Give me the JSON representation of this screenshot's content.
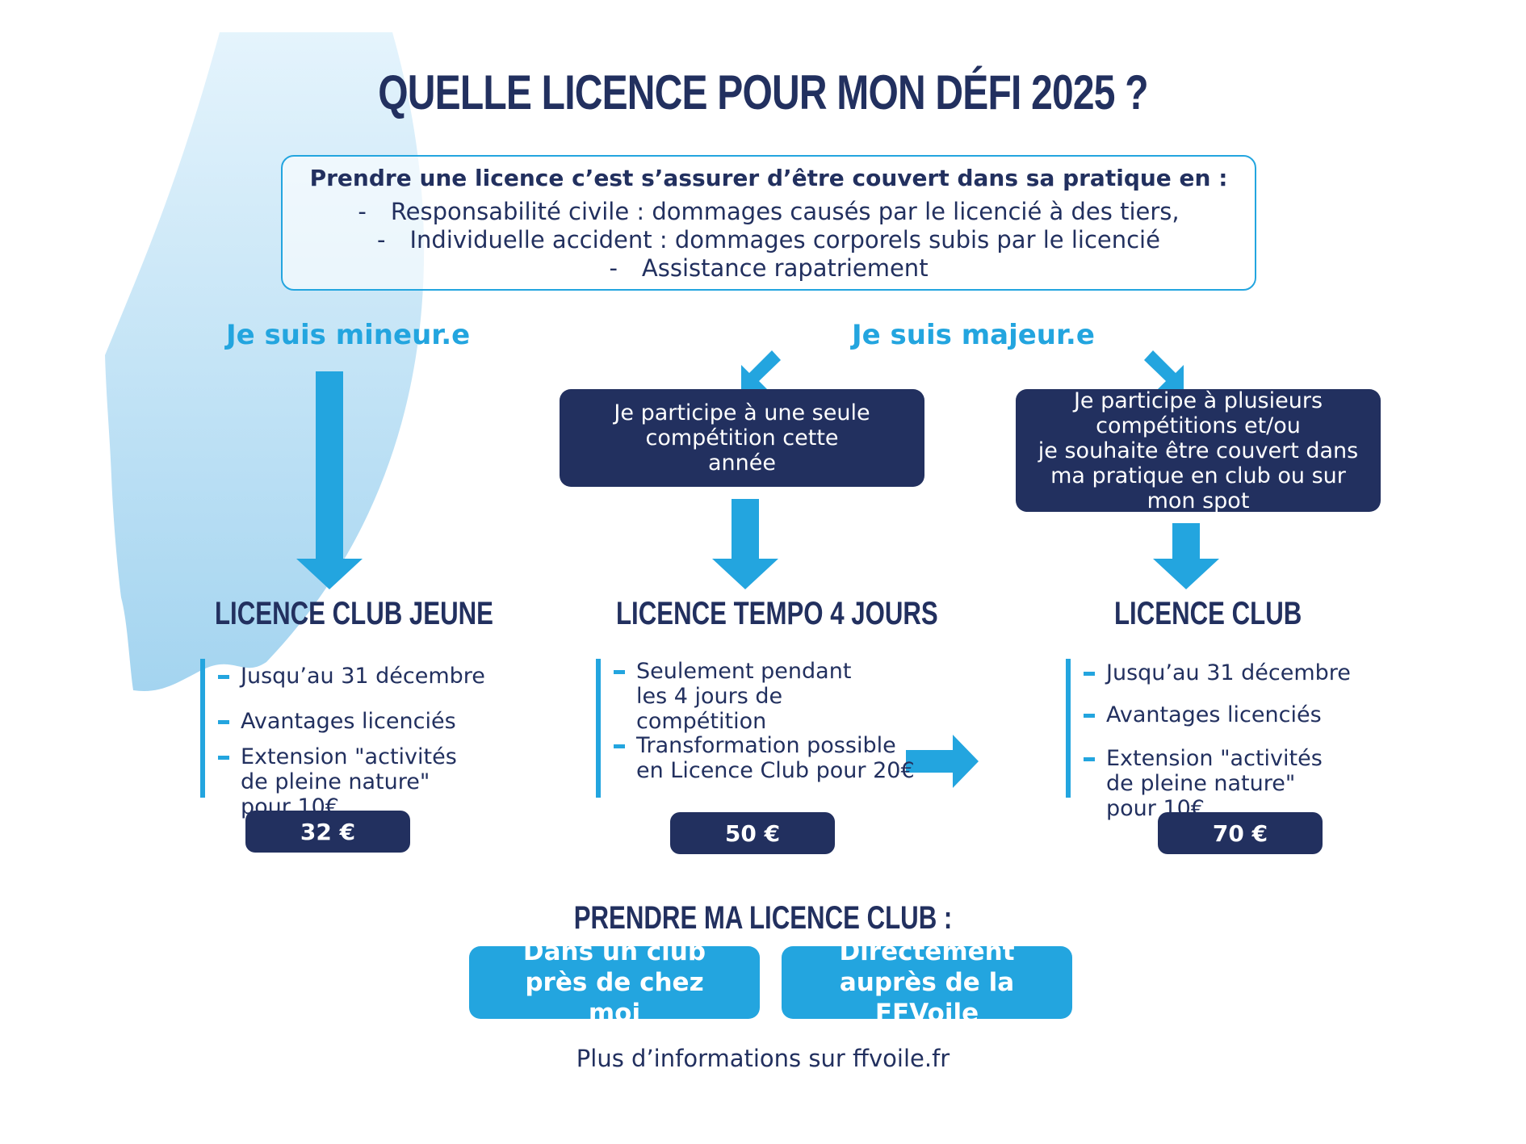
{
  "title": "QUELLE LICENCE POUR MON DÉFI 2025 ?",
  "intro": {
    "heading": "Prendre une licence c’est s’assurer d’être couvert dans sa pratique en :",
    "items": [
      "Responsabilité civile : dommages causés par le licencié à des tiers,",
      "Individuelle accident : dommages corporels subis par le licencié",
      "Assistance rapatriement"
    ],
    "dash": "-"
  },
  "audiences": {
    "minor": "Je suis mineur.e",
    "adult": "Je suis majeur.e"
  },
  "choices": {
    "single": "Je participe à une seule compétition cette année",
    "multiple_line1": "Je participe à plusieurs compétitions et/ou",
    "multiple_line2": "je souhaite être couvert dans ma pratique en club ou sur mon spot"
  },
  "licences": [
    {
      "title": "LICENCE CLUB JEUNE",
      "features": [
        "Jusqu’au 31 décembre",
        "Avantages licenciés",
        "Extension \"activités de pleine nature\" pour 10€"
      ],
      "price": "32 €"
    },
    {
      "title": "LICENCE TEMPO 4 JOURS",
      "features": [
        "Seulement pendant les 4 jours de compétition",
        "Transformation possible en Licence Club pour 20€"
      ],
      "price": "50 €"
    },
    {
      "title": "LICENCE CLUB",
      "features": [
        "Jusqu’au 31 décembre",
        "Avantages licenciés",
        "Extension \"activités de pleine nature\" pour 10€"
      ],
      "price": "70 €"
    }
  ],
  "bottom": {
    "title": "PRENDRE MA LICENCE CLUB :",
    "cta_club": "Dans un club près de chez moi",
    "cta_ffvoile": "Directement auprès de la FFVoile",
    "more_info": "Plus d’informations sur ffvoile.fr"
  },
  "colors": {
    "navy": "#22305f",
    "cyan": "#23a5df",
    "light_blue": "#bfe3f6"
  }
}
